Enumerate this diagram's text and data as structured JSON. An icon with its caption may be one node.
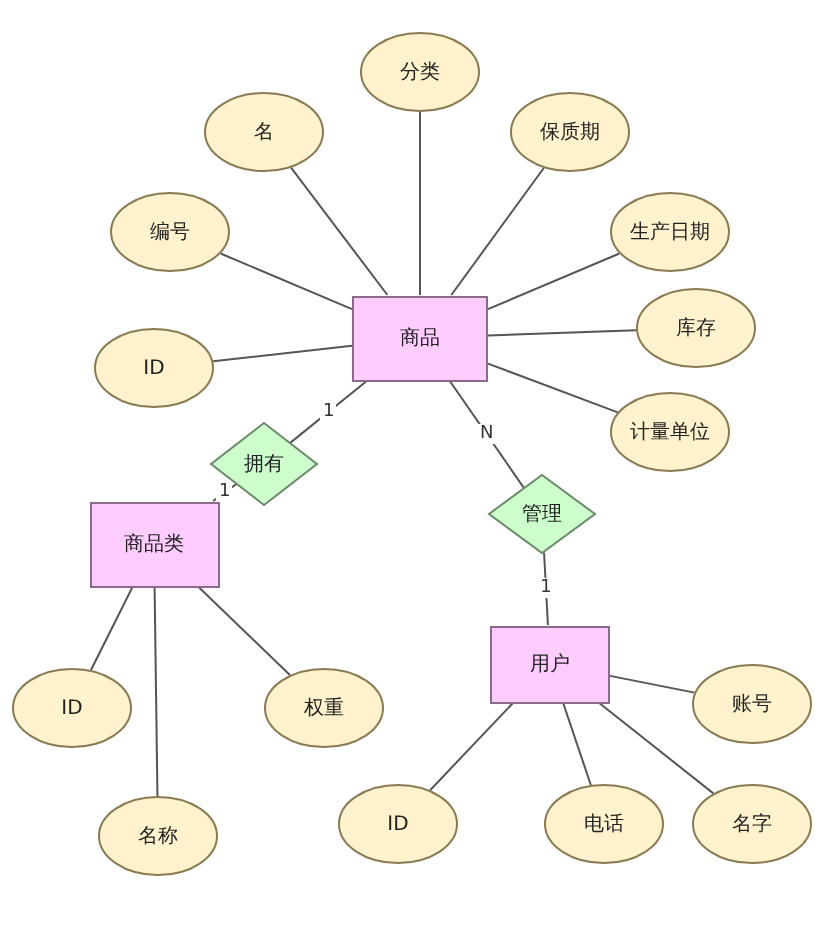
{
  "diagram": {
    "nodes": [
      {
        "text": [
          "分类"
        ]
      },
      {
        "text": [
          "名"
        ]
      },
      {
        "text": [
          "保质期"
        ]
      },
      {
        "text": [
          "编号"
        ]
      },
      {
        "text": [
          "生产日期"
        ]
      },
      {
        "text": [
          "库存"
        ]
      },
      {
        "text": [
          "商品"
        ]
      },
      {
        "text": [
          "ID"
        ]
      },
      {
        "text": [
          "计量单位"
        ]
      },
      {
        "text": [
          "拥有"
        ]
      },
      {
        "text": [
          "商品类"
        ]
      },
      {
        "text": [
          "管理"
        ]
      },
      {
        "text": [
          "用户"
        ]
      },
      {
        "text": [
          "ID"
        ]
      },
      {
        "text": [
          "权重"
        ]
      },
      {
        "text": [
          "账号"
        ]
      },
      {
        "text": [
          "名称"
        ]
      },
      {
        "text": [
          "ID"
        ]
      },
      {
        "text": [
          "电话"
        ]
      },
      {
        "text": [
          "名字"
        ]
      }
    ],
    "edges": [
      {
        "from": 6,
        "to": 0,
        "arrow": "none"
      },
      {
        "from": 6,
        "to": 1,
        "arrow": "none"
      },
      {
        "from": 6,
        "to": 2,
        "arrow": "none"
      },
      {
        "from": 6,
        "to": 3,
        "arrow": "none"
      },
      {
        "from": 6,
        "to": 4,
        "arrow": "none"
      },
      {
        "from": 6,
        "to": 5,
        "arrow": "none"
      },
      {
        "from": 6,
        "to": 7,
        "arrow": "none"
      },
      {
        "from": 6,
        "to": 8,
        "arrow": "none"
      },
      {
        "from": 6,
        "to": 9,
        "label": "1",
        "arrow": "none"
      },
      {
        "from": 9,
        "to": 10,
        "label": "1",
        "arrow": "none"
      },
      {
        "from": 6,
        "to": 11,
        "label": "N",
        "arrow": "none"
      },
      {
        "from": 11,
        "to": 12,
        "label": "1",
        "arrow": "none"
      },
      {
        "from": 10,
        "to": 13,
        "arrow": "none"
      },
      {
        "from": 10,
        "to": 14,
        "arrow": "none"
      },
      {
        "from": 10,
        "to": 16,
        "arrow": "none"
      },
      {
        "from": 12,
        "to": 15,
        "arrow": "none"
      },
      {
        "from": 12,
        "to": 17,
        "arrow": "none"
      },
      {
        "from": 12,
        "to": 18,
        "arrow": "none"
      },
      {
        "from": 12,
        "to": 19,
        "arrow": "none"
      }
    ]
  }
}
